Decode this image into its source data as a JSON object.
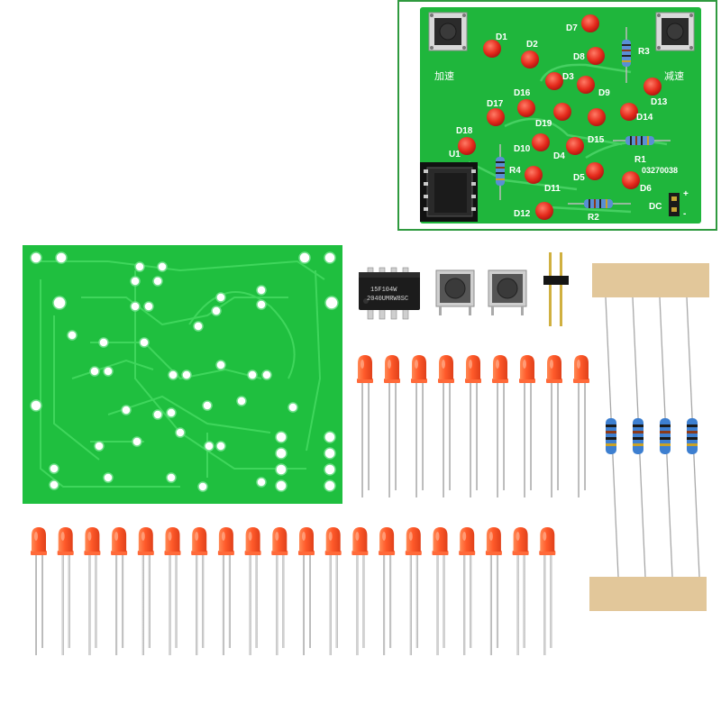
{
  "scene": {
    "title": "LED PCB DIY kit",
    "colors": {
      "pcb_green": "#1fbf3f",
      "pcb_trace": "#3fd35a",
      "led_red": "#ff5a2a",
      "led_dark_red": "#d8281a",
      "resistor_blue": "#3d7fd0",
      "tape": "#e2c79a",
      "frame_green": "#2f9a3f"
    }
  },
  "inset": {
    "button_left_label": "加速",
    "button_right_label": "减速",
    "serial": "03270038",
    "chip_label": "U1",
    "dc_label": "DC",
    "plus_label": "+",
    "minus_label": "-",
    "led_labels": [
      "D1",
      "D2",
      "D3",
      "D4",
      "D5",
      "D6",
      "D7",
      "D8",
      "D9",
      "D10",
      "D11",
      "D12",
      "D13",
      "D14",
      "D15",
      "D16",
      "D17",
      "D18",
      "D19"
    ],
    "resistor_labels": [
      "R1",
      "R2",
      "R3",
      "R4"
    ]
  },
  "chip": {
    "line1": "15F104W",
    "line2": "2040UMRW8SC"
  },
  "parts": {
    "led_top_row_count": 9,
    "led_bottom_row_count": 20,
    "resistor_count": 4,
    "button_count": 2
  }
}
